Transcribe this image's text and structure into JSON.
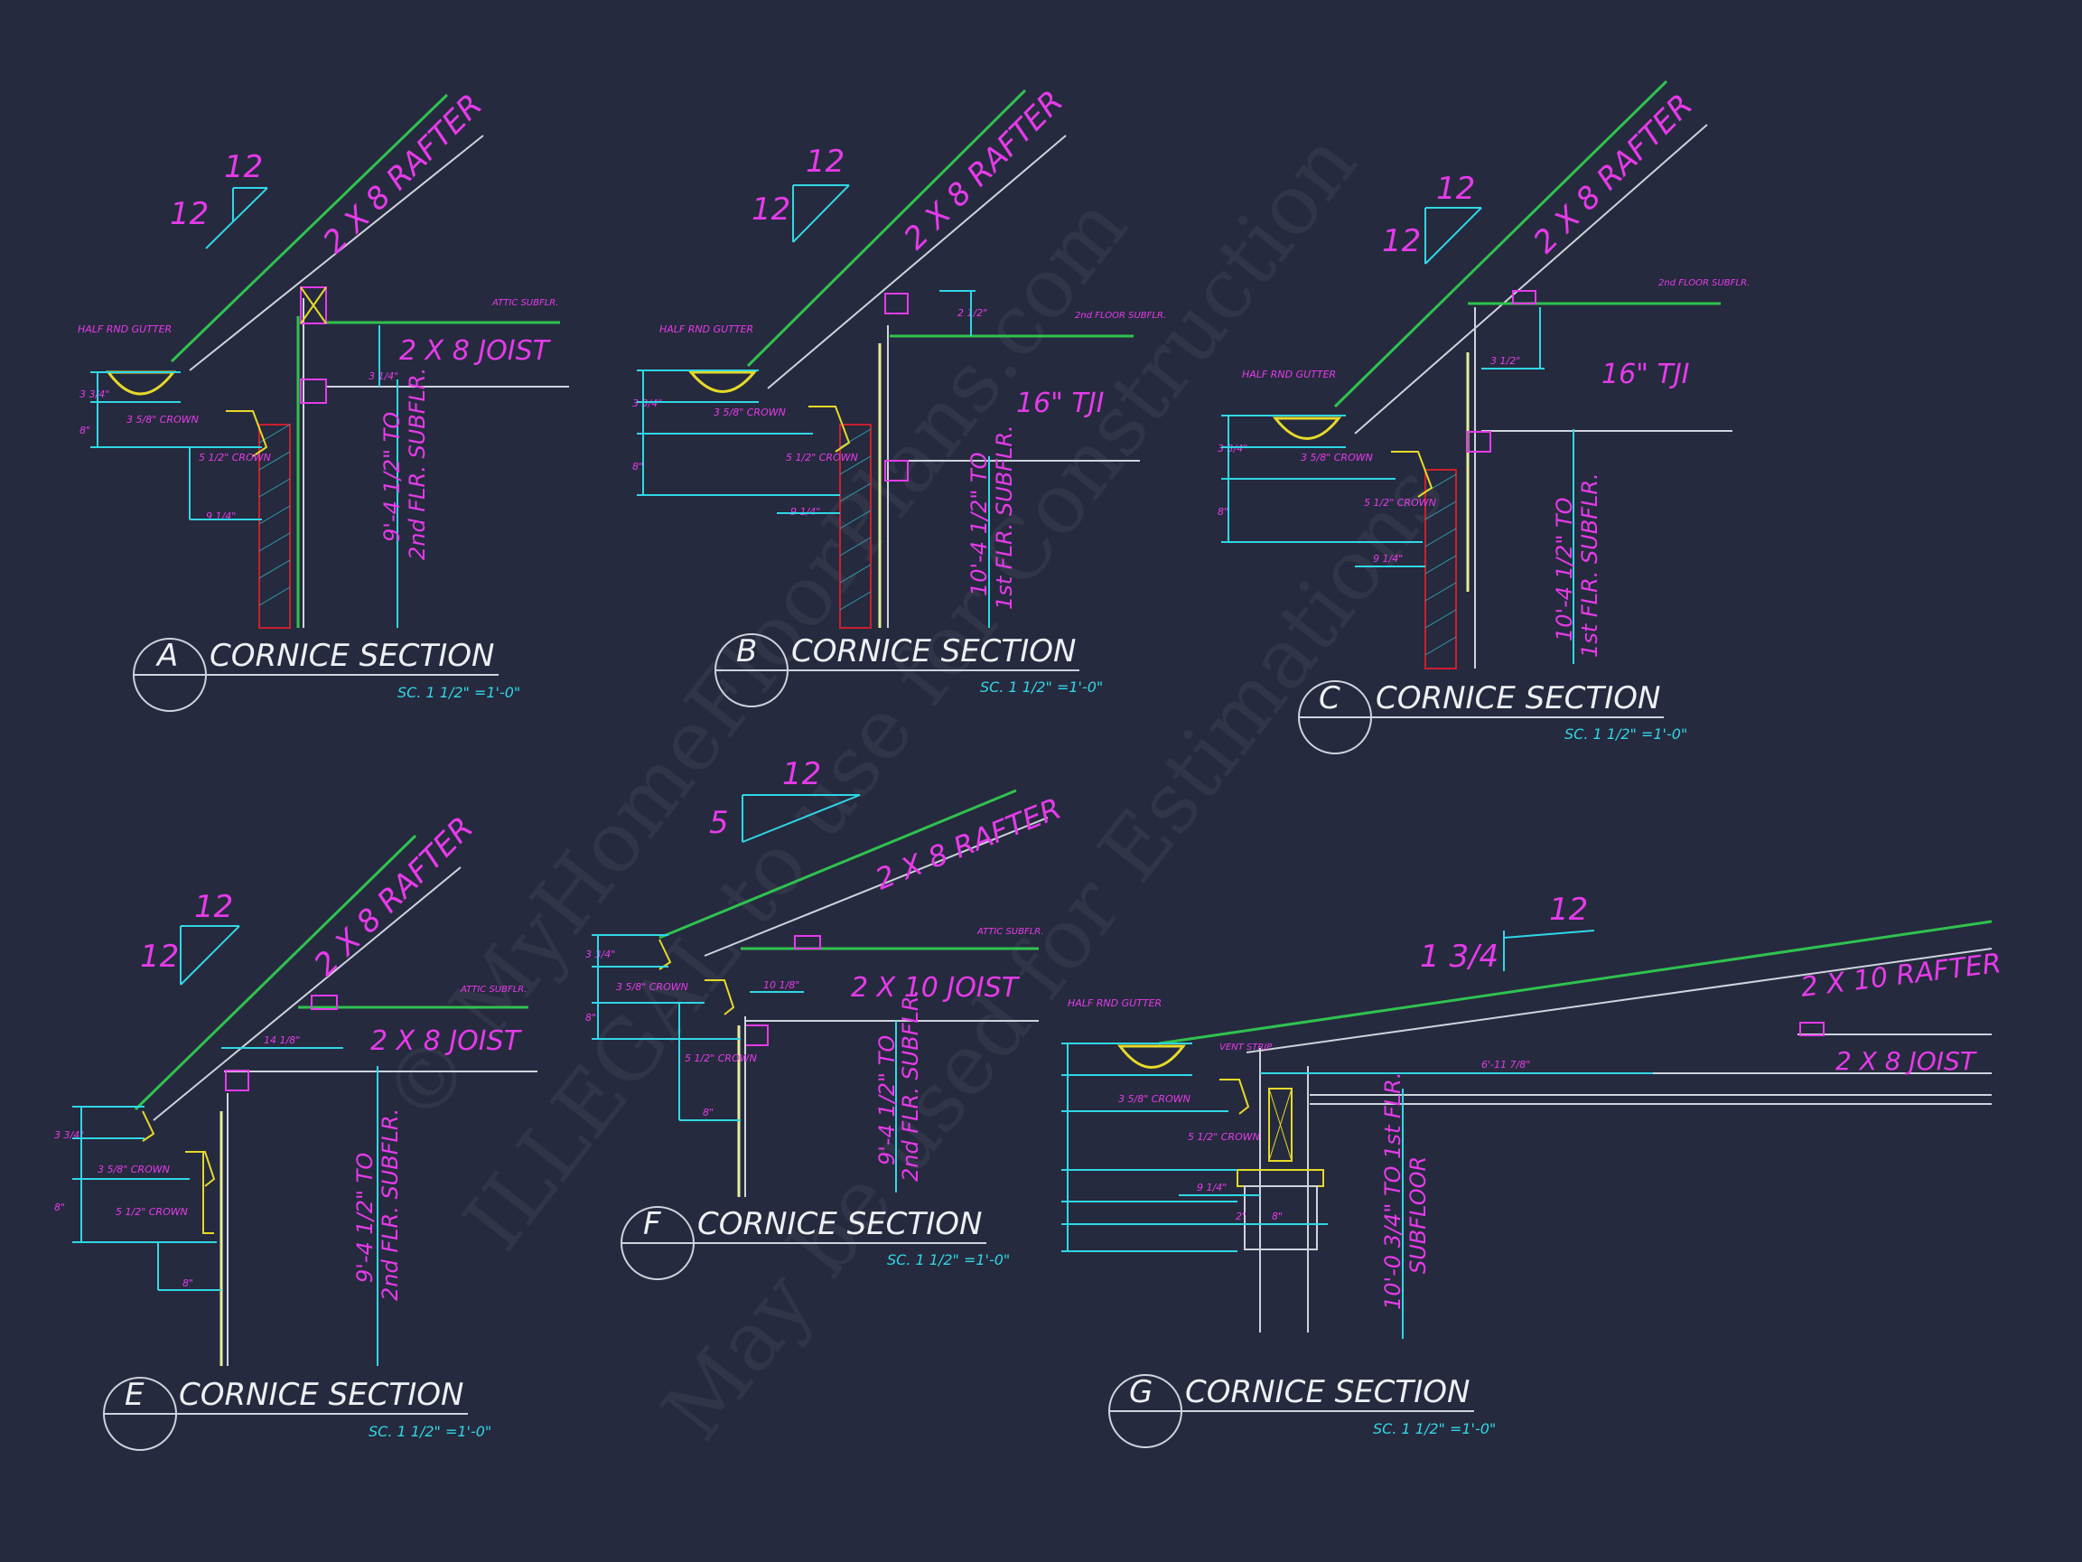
{
  "colors": {
    "background": "#262a3e",
    "roof": "#2fc24f",
    "framing": "#cfd3dc",
    "dimension": "#30d7e6",
    "text_primary": "#e53be9",
    "trim": "#e6d92a",
    "section": "#c9202f"
  },
  "watermark": {
    "line1": "© MyHomeFloorPlans.com",
    "line2": "ILLEGAL to use for Construction",
    "line3": "May be used for Estimations"
  },
  "sections": {
    "a": {
      "letter": "A",
      "title": "CORNICE SECTION",
      "scale": "SC. 1 1/2\" =1'-0\"",
      "pitch_run": "12",
      "pitch_rise": "12",
      "rafter": "2 X 8 RAFTER",
      "joist": "2 X 8 JOIST",
      "height": "9'-4 1/2\" TO",
      "height2": "2nd FLR. SUBFLR.",
      "gutter": "HALF RND GUTTER",
      "attic": "ATTIC SUBFLR.",
      "crown1": "3 5/8\" CROWN",
      "crown2": "5 1/2\" CROWN",
      "dim_a": "9 1/4\"",
      "dim_b": "3 1/4\"",
      "dim_c": "8\"",
      "dim_d": "3 3/4\""
    },
    "b": {
      "letter": "B",
      "title": "CORNICE SECTION",
      "scale": "SC. 1 1/2\" =1'-0\"",
      "pitch_run": "12",
      "pitch_rise": "12",
      "rafter": "2 X 8 RAFTER",
      "joist": "16\" TJI",
      "height": "10'-4 1/2\" TO",
      "height2": "1st FLR. SUBFLR.",
      "gutter": "HALF RND GUTTER",
      "attic": "2nd FLOOR SUBFLR.",
      "crown1": "3 5/8\" CROWN",
      "crown2": "5 1/2\" CROWN",
      "dim_a": "9 1/4\"",
      "dim_b": "2 1/2\"",
      "dim_c": "8\"",
      "dim_d": "3 3/4\""
    },
    "c": {
      "letter": "C",
      "title": "CORNICE SECTION",
      "scale": "SC. 1 1/2\" =1'-0\"",
      "pitch_run": "12",
      "pitch_rise": "12",
      "rafter": "2 X 8 RAFTER",
      "joist": "16\" TJI",
      "height": "10'-4 1/2\" TO",
      "height2": "1st FLR. SUBFLR.",
      "gutter": "HALF RND GUTTER",
      "attic": "2nd FLOOR SUBFLR.",
      "crown1": "3 5/8\" CROWN",
      "crown2": "5 1/2\" CROWN",
      "dim_a": "9 1/4\"",
      "dim_b": "3 1/2\"",
      "dim_c": "8\"",
      "dim_d": "3 3/4\""
    },
    "e": {
      "letter": "E",
      "title": "CORNICE SECTION",
      "scale": "SC. 1 1/2\" =1'-0\"",
      "pitch_run": "12",
      "pitch_rise": "12",
      "rafter": "2 X 8 RAFTER",
      "joist": "2 X 8 JOIST",
      "height": "9'-4 1/2\" TO",
      "height2": "2nd FLR. SUBFLR.",
      "attic": "ATTIC SUBFLR.",
      "crown1": "3 5/8\" CROWN",
      "crown2": "5 1/2\" CROWN",
      "dim_a": "8\"",
      "dim_b": "14 1/8\"",
      "dim_c": "8\"",
      "dim_d": "3 3/4\""
    },
    "f": {
      "letter": "F",
      "title": "CORNICE SECTION",
      "scale": "SC. 1 1/2\" =1'-0\"",
      "pitch_run": "12",
      "pitch_rise": "5",
      "rafter": "2 X 8 RAFTER",
      "joist": "2 X 10 JOIST",
      "height": "9'-4 1/2\" TO",
      "height2": "2nd FLR. SUBFLR.",
      "attic": "ATTIC SUBFLR.",
      "crown1": "3 5/8\" CROWN",
      "crown2": "5 1/2\" CROWN",
      "dim_a": "8\"",
      "dim_b": "10 1/8\"",
      "dim_c": "8\"",
      "dim_d": "3 3/4\""
    },
    "g": {
      "letter": "G",
      "title": "CORNICE SECTION",
      "scale": "SC. 1 1/2\" =1'-0\"",
      "pitch_run": "12",
      "pitch_rise": "1 3/4",
      "rafter": "2 X 10 RAFTER",
      "joist": "2 X 8 JOIST",
      "height": "10'-0 3/4\" TO 1st FLR.",
      "height2": "SUBFLOOR",
      "gutter": "HALF RND GUTTER",
      "vent": "VENT STRIP",
      "crown1": "3 5/8\" CROWN",
      "crown2": "5 1/2\" CROWN",
      "dim_a": "9 1/4\"",
      "dim_b": "6'-11 7/8\"",
      "dim_c": "8\"",
      "dim_d": "2\""
    }
  }
}
